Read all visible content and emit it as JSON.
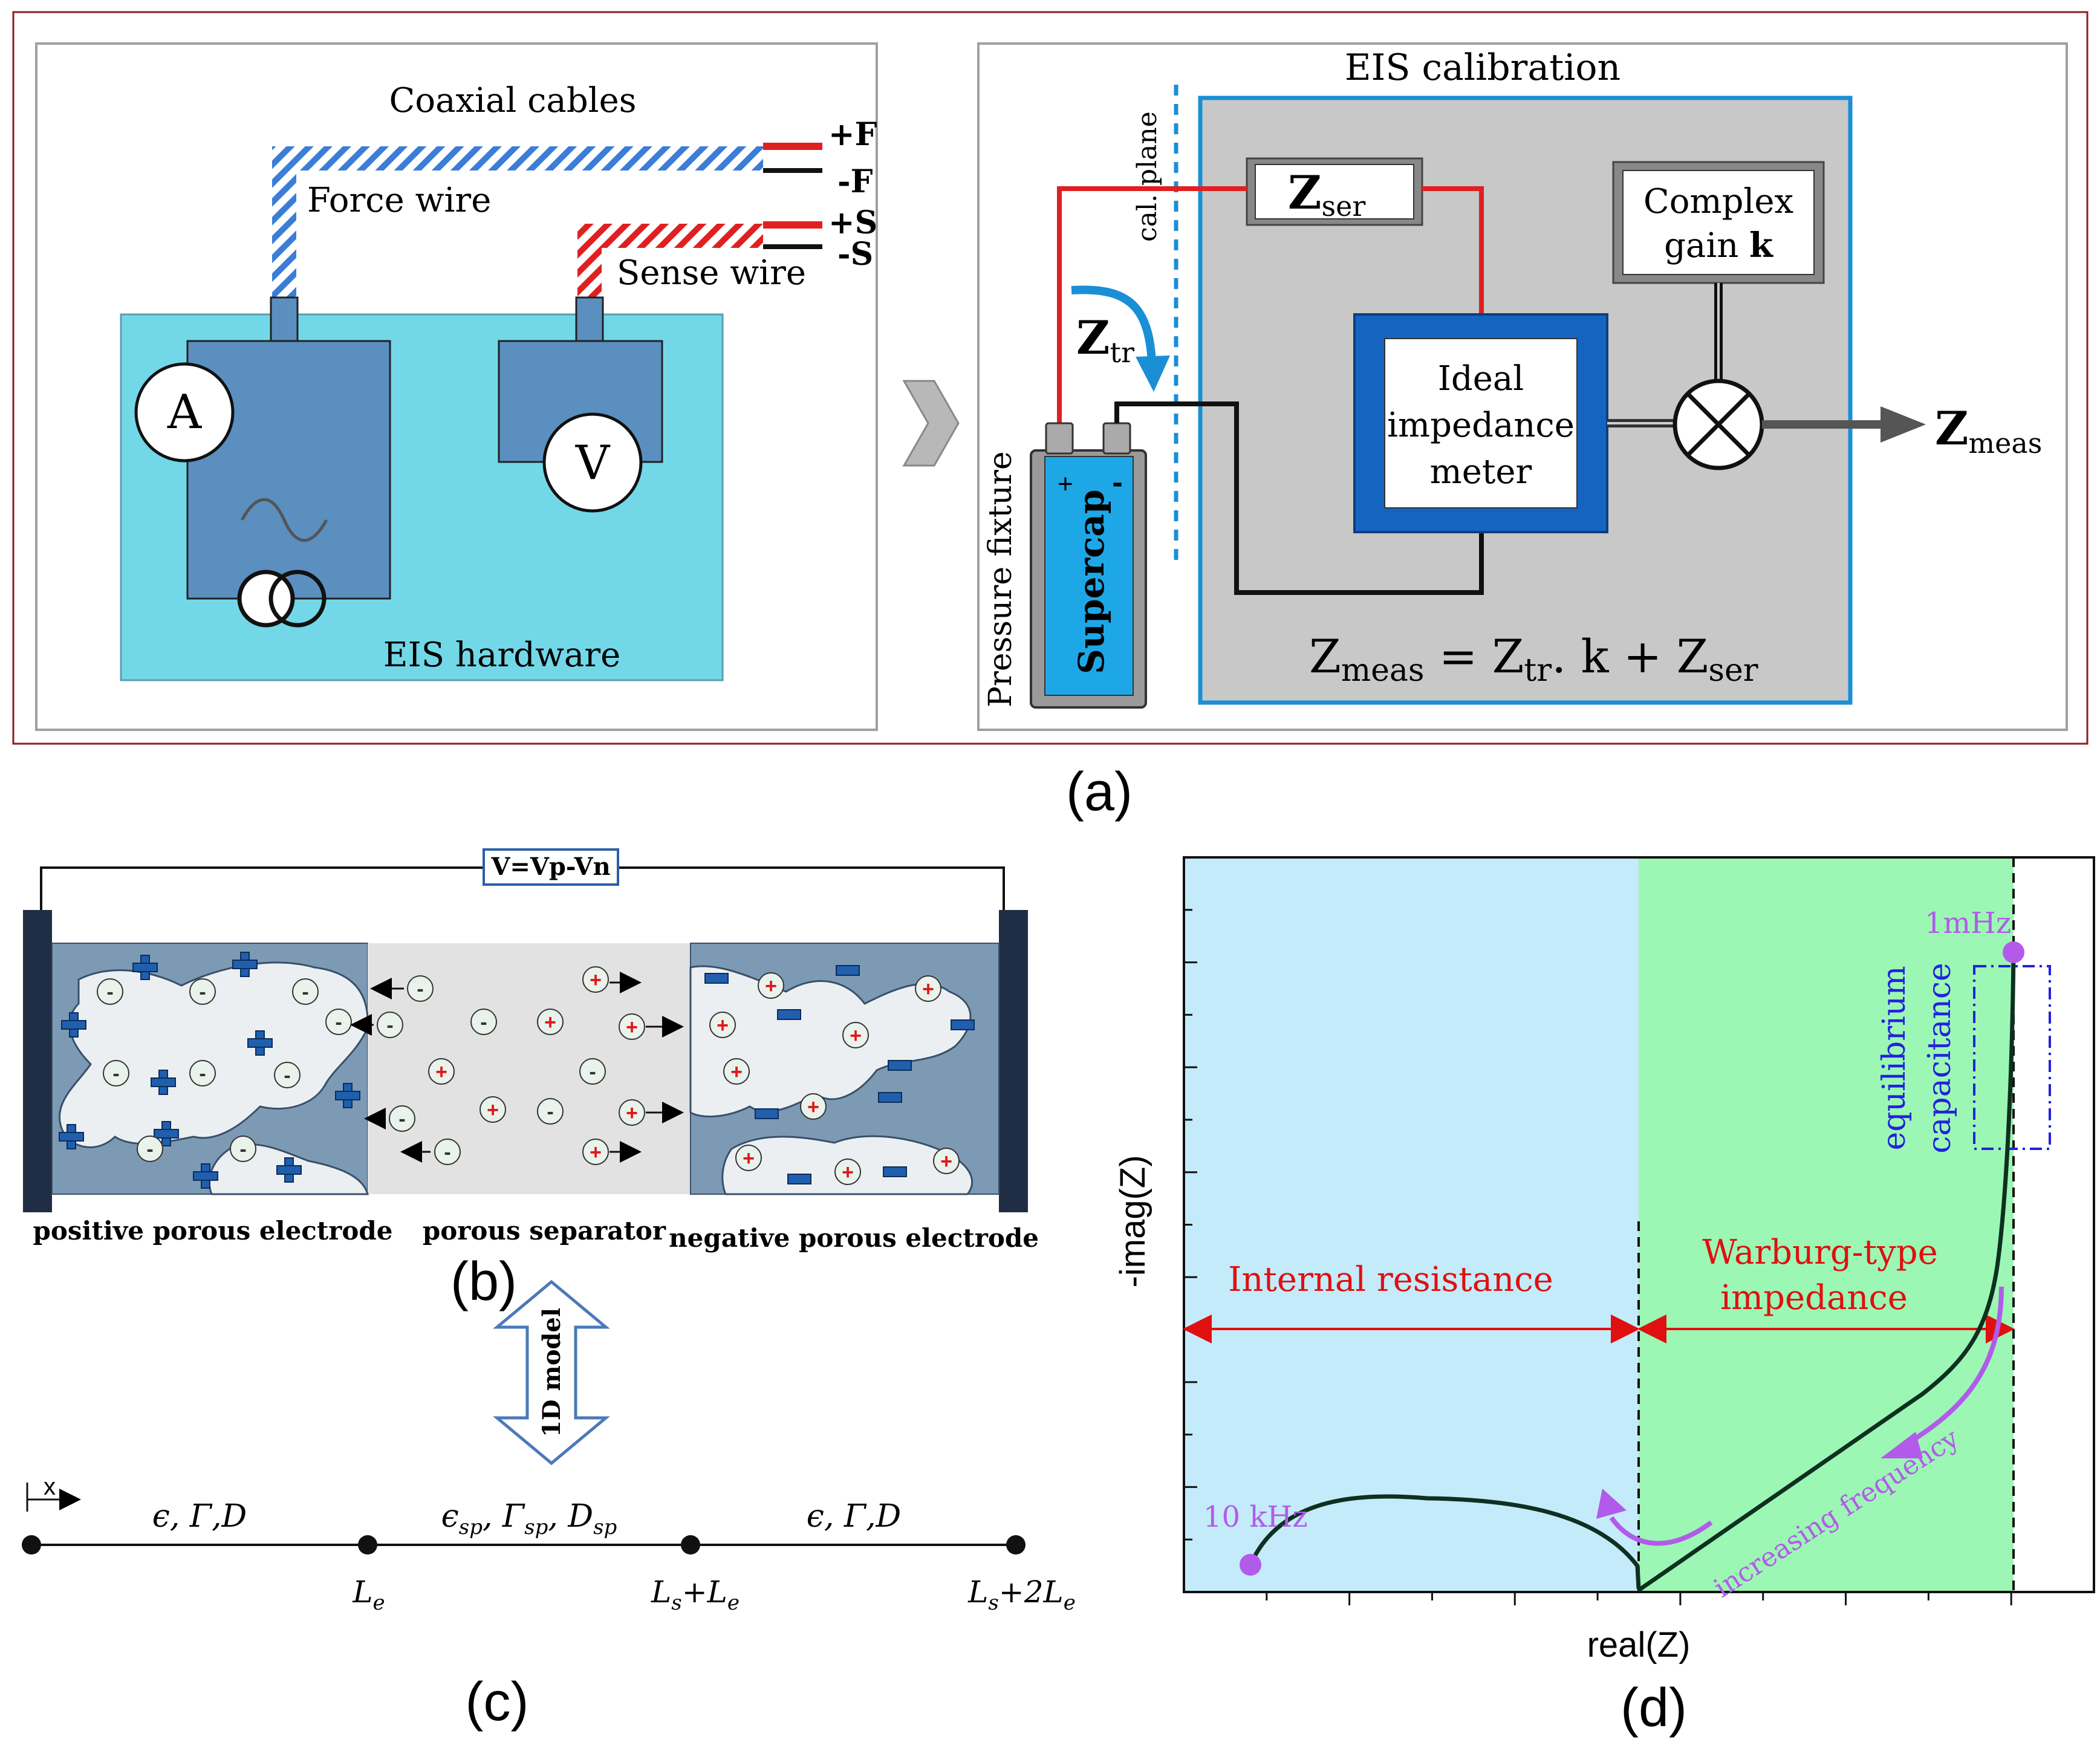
{
  "panel_a": {
    "caption": "(a)",
    "left": {
      "coaxial_cables": "Coaxial  cables",
      "force_wire": "Force wire",
      "sense_wire": "Sense wire",
      "plus_f": "+F",
      "minus_f": "-F",
      "plus_s": "+S",
      "minus_s": "-S",
      "ammeter": "A",
      "voltmeter": "V",
      "hardware": "EIS hardware"
    },
    "right": {
      "title": "EIS calibration",
      "cal_plane": "cal. plane",
      "zser": "Z",
      "zser_sub": "ser",
      "ztr": "Z",
      "ztr_sub": "tr",
      "pressure_fixture": "Pressure fixture",
      "supercap": "Supercap",
      "plus": "+",
      "minus": "-",
      "ideal_line1": "Ideal",
      "ideal_line2": "impedance",
      "ideal_line3": "meter",
      "complex_line1": "Complex",
      "complex_line2": "gain ",
      "complex_k": "k",
      "zmeas": "Z",
      "zmeas_sub": "meas",
      "eq_z1": "Z",
      "eq_s1": "meas",
      "eq_mid": " = Z",
      "eq_s2": "tr",
      "eq_mid2": ". k + Z",
      "eq_s3": "ser"
    }
  },
  "panel_b": {
    "caption": "(b)",
    "voltage": "V=Vp-Vn",
    "positive_label": "positive porous electrode",
    "separator_label": "porous separator",
    "negative_label": "negative porous electrode",
    "plus_sign": "+",
    "minus_sign": "-"
  },
  "model_arrow": "1D model",
  "panel_c": {
    "caption": "(c)",
    "x_axis": "x",
    "seg1": "ϵ, Γ,D",
    "seg2_a": "ϵ",
    "seg2_b": "sp",
    "seg2_c": ", Γ",
    "seg2_d": "sp",
    "seg2_e": ", D",
    "seg2_f": "sp",
    "seg3": "ϵ, Γ,D",
    "p1_a": "L",
    "p1_b": "e",
    "p2_a": "L",
    "p2_b": "s",
    "p2_c": "+L",
    "p2_d": "e",
    "p3_a": "L",
    "p3_b": "s",
    "p3_c": "+2L",
    "p3_d": "e"
  },
  "panel_d": {
    "caption": "(d)",
    "xlabel": "real(Z)",
    "ylabel": "-imag(Z)",
    "internal_resistance": "Internal resistance",
    "warburg_line1": "Warburg-type",
    "warburg_line2": "impedance",
    "eq_line1": "equilibrium",
    "eq_line2": "capacitance",
    "low_freq": "1mHz",
    "high_freq": "10 kHz",
    "increasing_frequency": "increasing frequency"
  },
  "colors": {
    "frame": "#8b1e1e",
    "hardware_bg": "#72d8e8",
    "instrument": "#5a8fc0",
    "calib_bg": "#c8c8c8",
    "calib_border": "#1a8fd6",
    "force": "#3b7dd8",
    "sense": "#e02020",
    "supercap": "#1ea7e6",
    "meter_blue": "#1565c0",
    "electrode": "#7d9ab5",
    "pore": "#eceff2",
    "separator": "#e2e2e2",
    "pos_ion": "#e01818",
    "neg_ion": "#2a5fa8",
    "region_blue": "#c4ebfa",
    "region_green": "#9cf7b4",
    "dim_red": "#e01010",
    "violet": "#b25bea",
    "curve_dark": "#0e3020"
  }
}
